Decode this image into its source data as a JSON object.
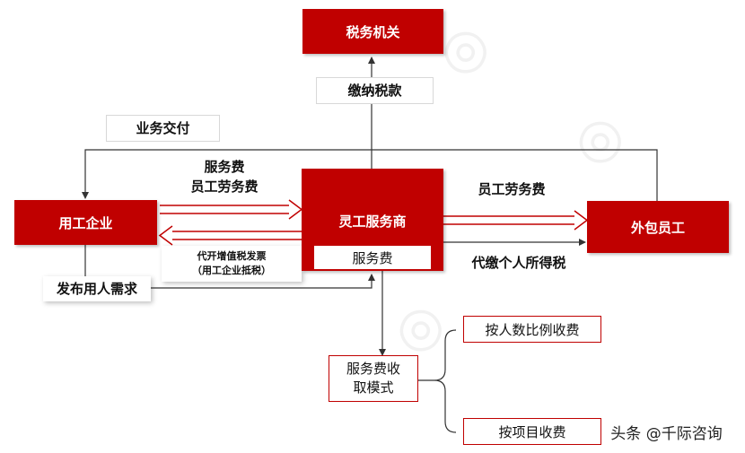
{
  "nodes": {
    "tax_authority": "税务机关",
    "employer": "用工企业",
    "platform": "灵工服务商",
    "platform_fee": "服务费",
    "worker": "外包员工",
    "fee_mode": [
      "服务费收",
      "取模式"
    ],
    "by_headcount": "按人数比例收费",
    "by_project": "按项目收费"
  },
  "labels": {
    "pay_tax": "缴纳税款",
    "business_delivery": "业务交付",
    "service_fee": "服务费",
    "labor_fee_left": "员工劳务费",
    "invoice_line1": "代开增值税发票",
    "invoice_line2": "（用工企业抵税）",
    "publish_demand": "发布用人需求",
    "labor_fee_right": "员工劳务费",
    "withhold_tax": "代缴个人所得税"
  },
  "footer": {
    "watermark": "头条 @千际咨询"
  },
  "colors": {
    "accent_red": "#c00000",
    "line_dark": "#333333"
  }
}
